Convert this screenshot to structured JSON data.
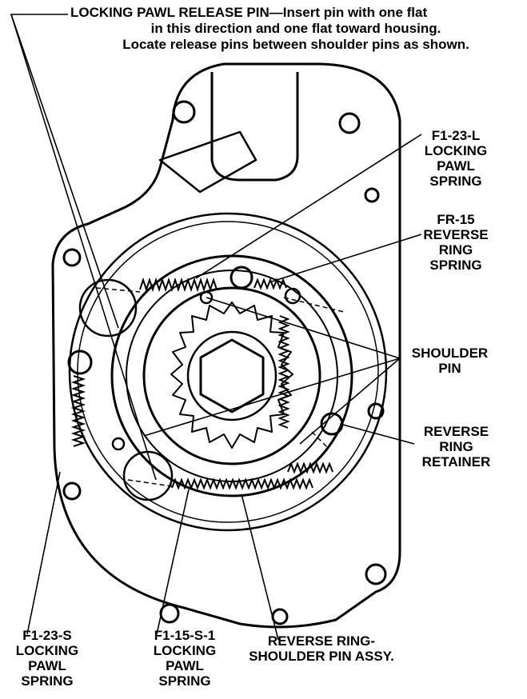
{
  "callouts": {
    "locking_pawl_release_pin": {
      "line1": "LOCKING PAWL RELEASE PIN—Insert pin with one flat",
      "line2": "in this direction and one flat toward housing.",
      "line3": "Locate release pins between shoulder pins as shown."
    },
    "f1_23_l": [
      "F1-23-L",
      "LOCKING",
      "PAWL",
      "SPRING"
    ],
    "fr_15": [
      "FR-15",
      "REVERSE",
      "RING",
      "SPRING"
    ],
    "shoulder_pin": [
      "SHOULDER",
      "PIN"
    ],
    "reverse_ring_retainer": [
      "REVERSE",
      "RING",
      "RETAINER"
    ],
    "f1_23_s": [
      "F1-23-S",
      "LOCKING",
      "PAWL",
      "SPRING"
    ],
    "f1_15_s_1": [
      "F1-15-S-1",
      "LOCKING",
      "PAWL",
      "SPRING"
    ],
    "reverse_ring_shoulder_pin_assy": [
      "REVERSE RING-",
      "SHOULDER PIN ASSY."
    ]
  }
}
